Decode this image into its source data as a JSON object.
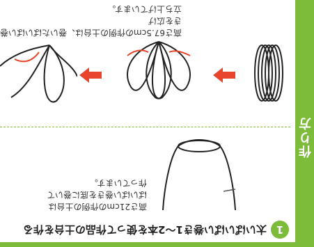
{
  "sidebar": {
    "heading": "作り方"
  },
  "step1": {
    "number": "1",
    "title": "太いぱいぱい巻き1〜2本を使って作品の土台を作る",
    "note_line1": "高さ21cmの作例の土台は",
    "note_line2": "ぱいぱい巻きを底に巻いて",
    "note_line3": "作っています。"
  },
  "step2": {
    "note_line1": "高さ67.5cmの作例の土台は、巻いたぱいぱい巻きを広げ",
    "note_line2": "立ち上げています。"
  },
  "colors": {
    "accent": "#7dbb3a",
    "arrow": "#e8452c"
  }
}
